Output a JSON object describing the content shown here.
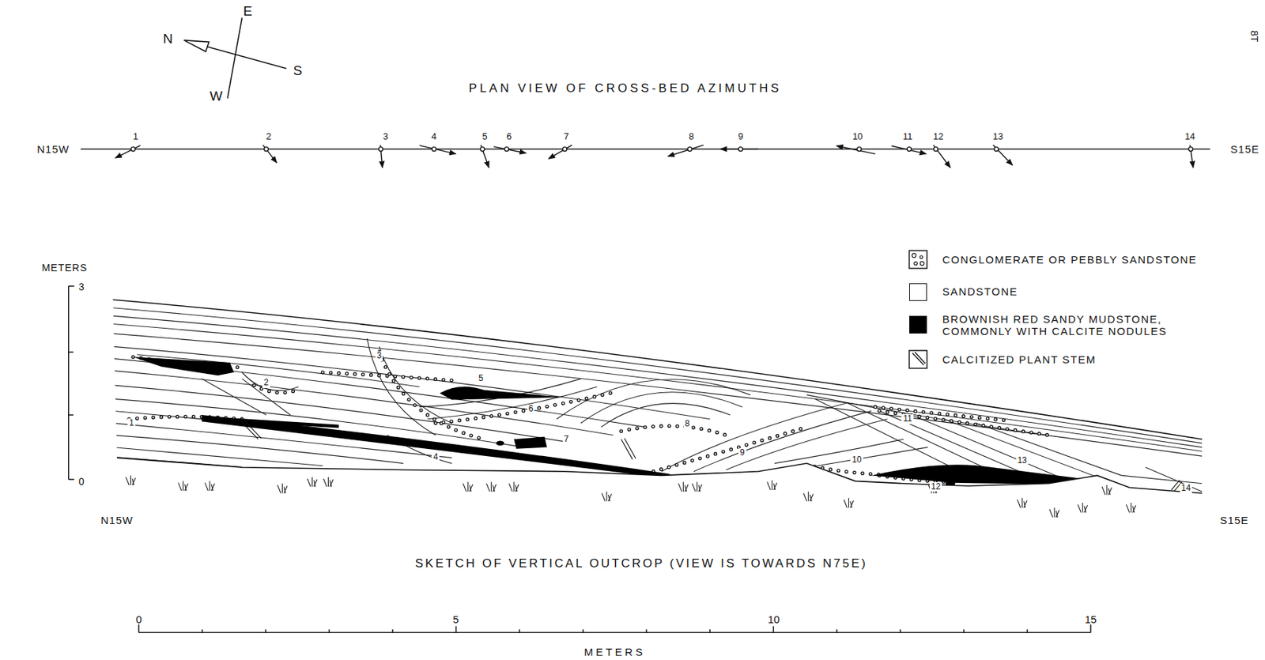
{
  "diagram": {
    "labels": [
      "8T",
      "N",
      "E",
      "S",
      "W",
      "PLAN VIEW OF CROSS-BED AZIMUTHS",
      "N15W",
      "1",
      "2",
      "3",
      "4",
      "5",
      "6",
      "7",
      "8",
      "9",
      "10",
      "11",
      "12",
      "13",
      "14",
      "S15E",
      "METERS",
      "3",
      "0",
      "1",
      "2",
      "3",
      "4",
      "5",
      "6",
      "7",
      "8",
      "9",
      "10",
      "11",
      "12",
      "13",
      "14",
      "N15W",
      "S15E",
      "SKETCH OF VERTICAL OUTCROP (VIEW IS TOWARDS N75E)",
      "0",
      "5",
      "10",
      "15",
      "METERS"
    ],
    "legend": [
      {
        "text": "CONGLOMERATE OR PEBBLY SANDSTONE"
      },
      {
        "text": "SANDSTONE",
        "color": "#ffffff"
      },
      {
        "text": "BROWNISH RED SANDY MUDSTONE, COMMONLY WITH CALCITE NODULES",
        "color": "#000000"
      },
      {
        "text": "CALCITIZED PLANT STEM"
      }
    ]
  }
}
